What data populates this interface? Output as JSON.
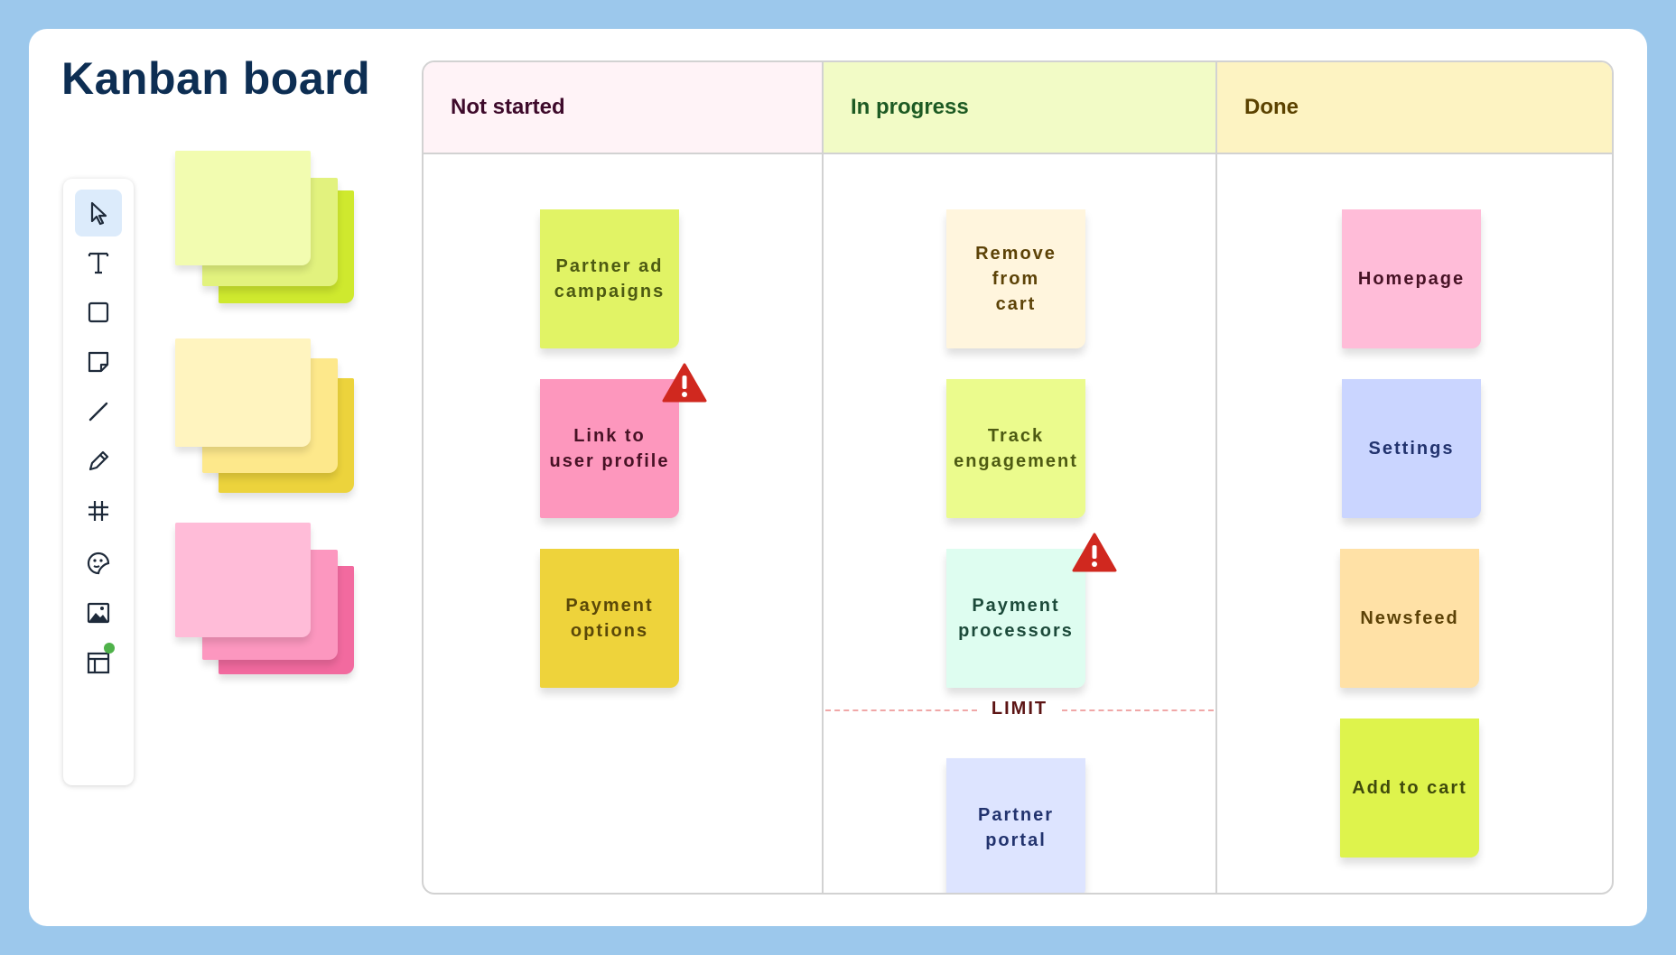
{
  "title": "Kanban board",
  "toolbar": {
    "tools": [
      "select-icon",
      "text-icon",
      "shape-icon",
      "sticky-note-icon",
      "line-icon",
      "pen-icon",
      "frame-icon",
      "sticker-icon",
      "image-icon",
      "template-icon"
    ],
    "active": "select-icon"
  },
  "palette": {
    "stacks": [
      {
        "colors": [
          "#f2fcb0",
          "#e2f27e",
          "#cfe92e"
        ]
      },
      {
        "colors": [
          "#fff4bf",
          "#fde88b",
          "#ecd33c"
        ]
      },
      {
        "colors": [
          "#ffbcd8",
          "#fc97bf",
          "#f26a9f"
        ]
      }
    ]
  },
  "columns": [
    {
      "name": "Not started",
      "header_color": "#fff3f7",
      "text_color": "#3e0a2b"
    },
    {
      "name": "In progress",
      "header_color": "#f2fbc6",
      "text_color": "#1d5a23"
    },
    {
      "name": "Done",
      "header_color": "#fdf3c2",
      "text_color": "#5b4200"
    }
  ],
  "notes": {
    "not_started": [
      {
        "text": "Partner ad\ncampaigns",
        "color": "#e1f365",
        "text_color": "#4d5a12",
        "warning": false
      },
      {
        "text": "Link to\nuser profile",
        "color": "#fd97bd",
        "text_color": "#471225",
        "warning": true
      },
      {
        "text": "Payment\noptions",
        "color": "#eed33b",
        "text_color": "#5a4808",
        "warning": false
      }
    ],
    "in_progress": [
      {
        "text": "Remove\nfrom\ncart",
        "color": "#fff5dd",
        "text_color": "#5c4207",
        "warning": false
      },
      {
        "text": "Track\nengagement",
        "color": "#ebfb8d",
        "text_color": "#4d5a12",
        "warning": false
      },
      {
        "text": "Payment\nprocessors",
        "color": "#defdf0",
        "text_color": "#1c4a3a",
        "warning": true
      },
      {
        "text": "Partner\nportal",
        "color": "#dde4ff",
        "text_color": "#22336e",
        "warning": false
      }
    ],
    "done": [
      {
        "text": "Homepage",
        "color": "#ffbcd8",
        "text_color": "#471225",
        "warning": false
      },
      {
        "text": "Settings",
        "color": "#cad5ff",
        "text_color": "#22336e",
        "warning": false
      },
      {
        "text": "Newsfeed",
        "color": "#ffe1a6",
        "text_color": "#5c4207",
        "warning": false
      },
      {
        "text": "Add to cart",
        "color": "#def34c",
        "text_color": "#3f4a0c",
        "warning": false
      }
    ]
  },
  "limit_label": "LIMIT",
  "warning_color": "#d0281f"
}
